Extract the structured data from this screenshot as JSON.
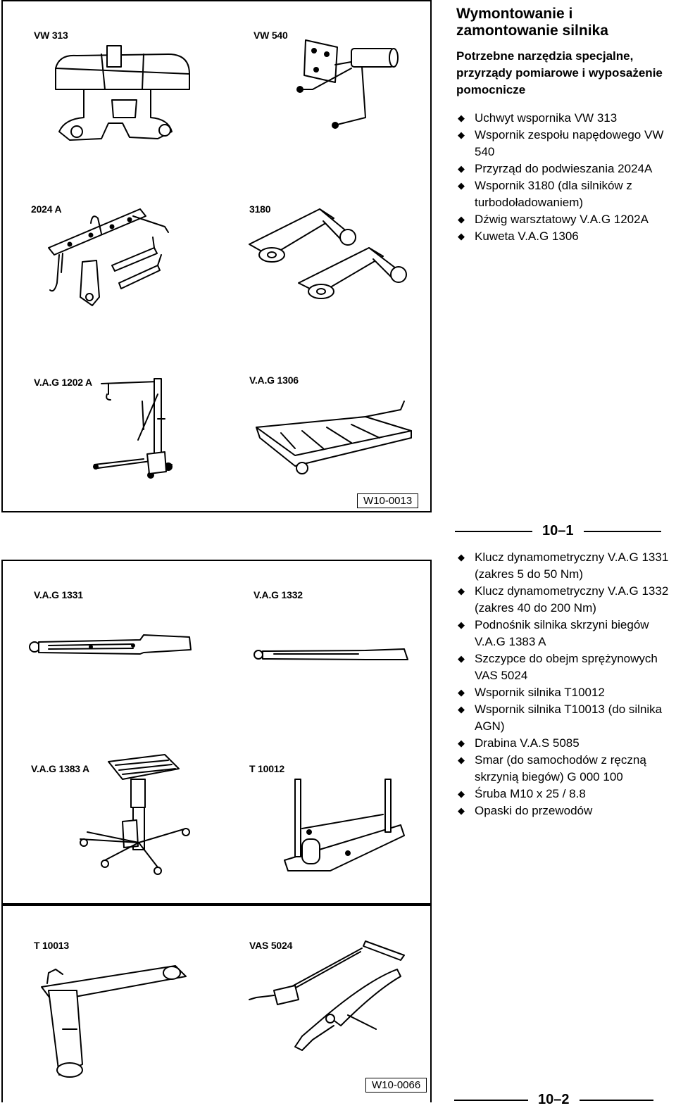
{
  "section": {
    "title": "Wymontowanie i zamontowanie silnika",
    "subtitle": "Potrzebne narzędzia specjalne, przyrządy pomiarowe i wyposażenie pomocnicze"
  },
  "list_top": [
    "Uchwyt wspornika VW 313",
    "Wspornik zespołu napędowego VW 540",
    "Przyrząd do podwieszania 2024A",
    "Wspornik 3180 (dla silników z turbodoładowaniem)",
    "Dźwig warsztatowy V.A.G 1202A",
    "Kuweta V.A.G 1306"
  ],
  "list_bottom": [
    "Klucz dynamometryczny V.A.G 1331 (zakres 5 do 50 Nm)",
    "Klucz dynamometryczny V.A.G 1332 (zakres 40 do 200 Nm)",
    "Podnośnik silnika skrzyni biegów V.A.G 1383 A",
    "Szczypce do obejm sprężynowych VAS 5024",
    "Wspornik silnika T10012",
    "Wspornik silnika T10013 (do silnika AGN)",
    "Drabina V.A.S 5085",
    "Smar (do samochodów z ręczną skrzynią biegów) G 000 100",
    "Śruba M10 x 25 / 8.8",
    "Opaski do przewodów"
  ],
  "bullet_glyph": "◆",
  "page_numbers": {
    "first": "10–1",
    "second": "10–2"
  },
  "figures": {
    "top": {
      "labels": [
        "VW 313",
        "VW 540",
        "2024 A",
        "3180",
        "V.A.G 1202 A",
        "V.A.G 1306"
      ],
      "code": "W10-0013"
    },
    "bottom": {
      "labels": [
        "V.A.G 1331",
        "V.A.G 1332",
        "V.A.G 1383 A",
        "T 10012",
        "T 10013",
        "VAS 5024"
      ],
      "code": "W10-0066"
    }
  }
}
